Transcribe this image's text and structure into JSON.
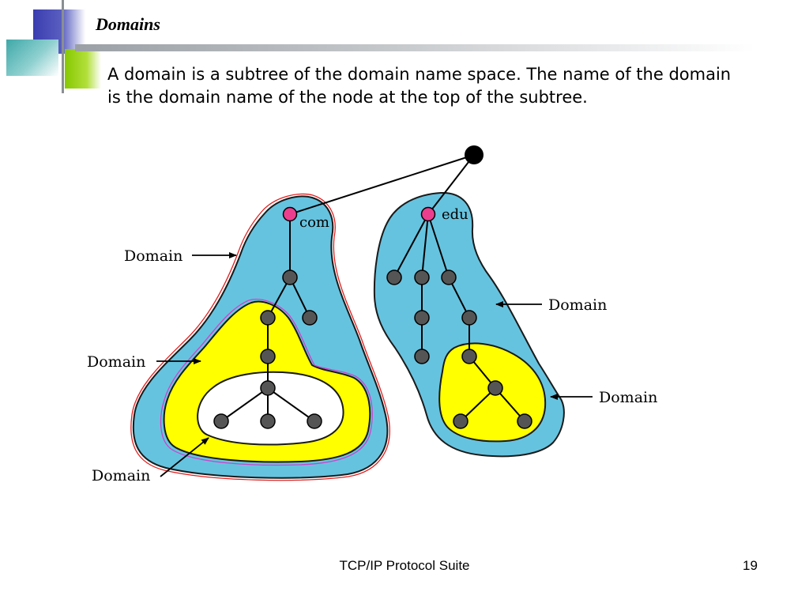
{
  "slide": {
    "title": "Domains",
    "body": "A domain is a subtree of the domain name space. The name of the domain is the domain name of the node at the top of the subtree.",
    "footer": "TCP/IP Protocol Suite",
    "page_number": "19"
  },
  "diagram": {
    "node_labels": {
      "com": "com",
      "edu": "edu"
    },
    "domain_labels": [
      "Domain",
      "Domain",
      "Domain",
      "Domain",
      "Domain"
    ],
    "colors": {
      "outer_domain": "#66c3df",
      "inner_domain": "#ffff00",
      "innermost_domain": "#ffffff",
      "label_node": "#ec3e8e",
      "tree_node": "#555555",
      "root_node": "#000000",
      "trace_red": "#e02020",
      "trace_purple": "#cc44cc"
    }
  }
}
